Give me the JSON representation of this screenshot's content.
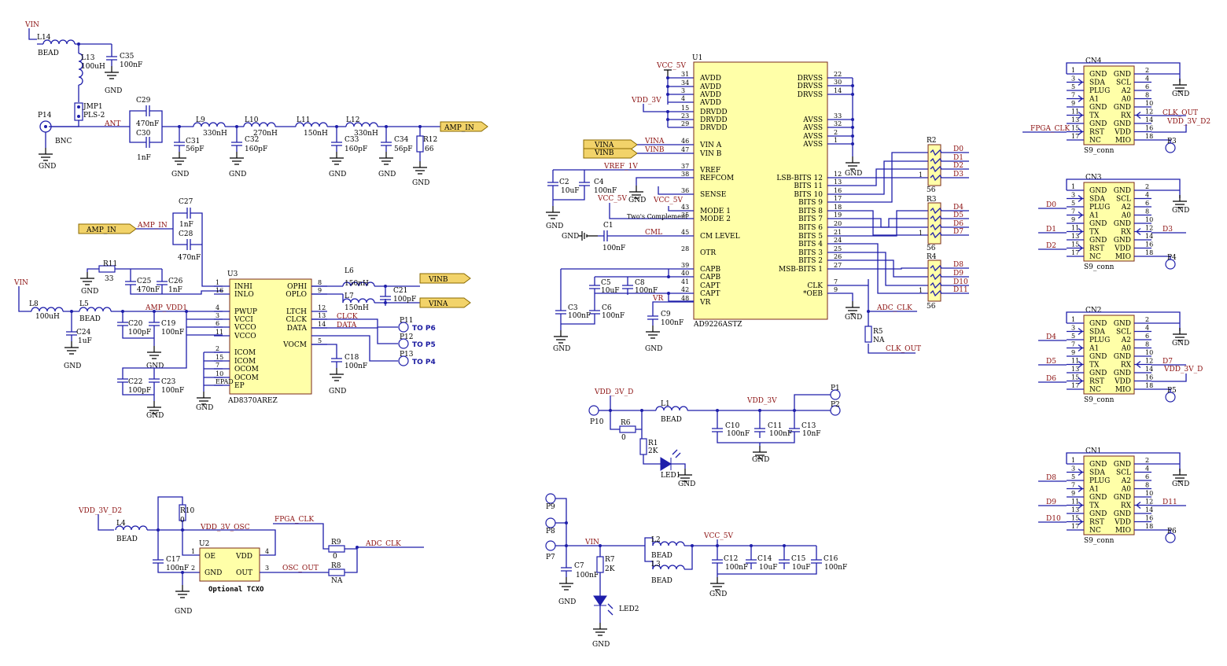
{
  "labels": {
    "vin_top": "VIN",
    "l14": "L14",
    "bead_l14": "BEAD",
    "l13": "L13",
    "l13_val": "100uH",
    "c35": "C35",
    "c35_val": "100nF",
    "gnd": "GND",
    "jmp1": "JMP1",
    "pls2": "PLS-2",
    "p14": "P14",
    "bnc": "BNC",
    "ant": "ANT",
    "c29": "C29",
    "c29_val": "470nF",
    "c30": "C30",
    "c30_val": "1nF",
    "c31": "C31",
    "c31_val": "56pF",
    "l9": "L9",
    "l9_val": "330nH",
    "c32": "C32",
    "c32_val": "160pF",
    "l10": "L10",
    "l10_val": "270nH",
    "l11": "L11",
    "l11_val": "150nH",
    "c33": "C33",
    "c33_val": "160pF",
    "l12": "L12",
    "l12_val": "330nH",
    "c34": "C34",
    "c34_val": "56pF",
    "r12": "R12",
    "r12_val": "66",
    "amp_in": "AMP_IN",
    "c27": "C27",
    "c27_val": "1nF",
    "c28": "C28",
    "c28_val": "470nF",
    "r11": "R11",
    "r11_val": "33",
    "c25": "C25",
    "c25_val": "470nF",
    "c26": "C26",
    "c26_val": "1nF",
    "vin_mid": "VIN",
    "l8": "L8",
    "l8_val": "100uH",
    "l5": "L5",
    "bead_l5": "BEAD",
    "amp_vdd1": "AMP_VDD1",
    "c24": "C24",
    "c24_val": "1uF",
    "c20": "C20",
    "c20_val": "100pF",
    "c19": "C19",
    "c19_val": "100nF",
    "c22": "C22",
    "c22_val": "100pF",
    "c23": "C23",
    "c23_val": "100nF",
    "u3": "U3",
    "u3_part": "AD8370AREZ",
    "u3_left": [
      "INHI",
      "INLO",
      "PWUP",
      "VCCI",
      "VCCO",
      "VCCO",
      "ICOM",
      "ICOM",
      "OCOM",
      "OCOM",
      "EP"
    ],
    "u3_left_pins": [
      "1",
      "16",
      "4",
      "3",
      "6",
      "11",
      "2",
      "15",
      "7",
      "10",
      "EPAD"
    ],
    "u3_right": [
      "OPHI",
      "OPLO",
      "LTCH",
      "CLCK",
      "DATA",
      "VOCM"
    ],
    "u3_right_pins": [
      "8",
      "9",
      "12",
      "13",
      "14",
      "5"
    ],
    "l6": "L6",
    "l6_val": "150nH",
    "l7": "L7",
    "l7_val": "150nH",
    "c21": "C21",
    "c21_val": "100pF",
    "vinb": "VINB",
    "vina": "VINA",
    "clck": "CLCK",
    "data": "DATA",
    "p11": "P11",
    "p12": "P12",
    "p13": "P13",
    "to_p6": "TO P6",
    "to_p5": "TO P5",
    "to_p4": "TO P4",
    "c18": "C18",
    "c18_val": "100nF",
    "vdd_3v_d2": "VDD_3V_D2",
    "l4": "L4",
    "bead_l4": "BEAD",
    "r10": "R10",
    "r10_val": "0",
    "vdd_3v_osc": "VDD_3V_OSC",
    "fpga_clk": "FPGA_CLK",
    "u2": "U2",
    "u2_oe": "OE",
    "u2_vdd": "VDD",
    "u2_gnd": "GND",
    "u2_out": "OUT",
    "osc_out": "OSC_OUT",
    "c17": "C17",
    "c17_val": "100nF",
    "r9": "R9",
    "r9_val": "0",
    "r8": "R8",
    "r8_val": "NA",
    "adc_clk": "ADC_CLK",
    "optional_tcxo": "Optional TCXO",
    "vcc_5v": "VCC_5V",
    "vdd_3v": "VDD_3V",
    "u1": "U1",
    "u1_part": "AD9226ASTZ",
    "u1_left": [
      "AVDD",
      "AVDD",
      "AVDD",
      "AVDD",
      "DRVDD",
      "DRVDD",
      "DRVDD",
      "VIN A",
      "VIN B",
      "VREF",
      "REFCOM",
      "SENSE",
      "MODE 1",
      "MODE 2",
      "CM LEVEL",
      "OTR",
      "CAPB",
      "CAPB",
      "CAPT",
      "CAPT",
      "VR"
    ],
    "u1_left_pins": [
      "31",
      "34",
      "3",
      "4",
      "15",
      "23",
      "29",
      "46",
      "47",
      "37",
      "38",
      "36",
      "43",
      "35",
      "45",
      "28",
      "39",
      "40",
      "41",
      "42",
      "48"
    ],
    "u1_right": [
      "DRVSS",
      "DRVSS",
      "DRVSS",
      "AVSS",
      "AVSS",
      "AVSS",
      "AVSS",
      "LSB-BITS 12",
      "BITS 11",
      "BITS 10",
      "BITS 9",
      "BITS 8",
      "BITS 7",
      "BITS 6",
      "BITS 5",
      "BITS 4",
      "BITS 3",
      "BITS 2",
      "MSB-BITS 1",
      "CLK",
      "*OEB"
    ],
    "u1_right_pins": [
      "22",
      "30",
      "14",
      "33",
      "32",
      "2",
      "1",
      "12",
      "13",
      "16",
      "17",
      "18",
      "19",
      "20",
      "21",
      "24",
      "25",
      "26",
      "27",
      "7",
      "9"
    ],
    "vref_1v": "VREF_1V",
    "twos_complement": "Two's Complement",
    "cml": "CML",
    "vr": "VR",
    "c2": "C2",
    "c2_val": "10uF",
    "c4": "C4",
    "c4_val": "100nF",
    "c1": "C1",
    "c1_val": "100nF",
    "c5": "C5",
    "c5_val": "10uF",
    "c8": "C8",
    "c8_val": "100nF",
    "c3": "C3",
    "c3_val": "100nF",
    "c6": "C6",
    "c6_val": "100nF",
    "c9": "C9",
    "c9_val": "100nF",
    "r2": "R2",
    "r3": "R3",
    "r4": "R4",
    "rn_val": "56",
    "d_nets": [
      "D0",
      "D1",
      "D2",
      "D3",
      "D4",
      "D5",
      "D6",
      "D7",
      "D8",
      "D9",
      "D10",
      "D11"
    ],
    "r5": "R5",
    "r5_val": "NA",
    "clk_out": "CLK_OUT",
    "vdd_3v_d": "VDD_3V_D",
    "p10": "P10",
    "r6": "R6",
    "r6_val": "0",
    "l1": "L1",
    "bead_l1": "BEAD",
    "r1": "R1",
    "r1_val": "2K",
    "led1": "LED1",
    "c10": "C10",
    "c10_val": "100nF",
    "c11": "C11",
    "c11_val": "100nF",
    "c13": "C13",
    "c13_val": "10nF",
    "p1": "P1",
    "p2": "P2",
    "p9": "P9",
    "p8": "P8",
    "p7": "P7",
    "vin_bot": "VIN",
    "c7": "C7",
    "c7_val": "100nF",
    "r7": "R7",
    "r7_val": "2K",
    "led2": "LED2",
    "l2": "L2",
    "bead_l2": "BEAD",
    "l3": "L3",
    "bead_l3": "BEAD",
    "c12": "C12",
    "c12_val": "100nF",
    "c14": "C14",
    "c14_val": "10uF",
    "c15": "C15",
    "c15_val": "10uF",
    "c16": "C16",
    "c16_val": "100nF",
    "conn_left": [
      "GND",
      "SDA",
      "PLUG",
      "A1",
      "GND",
      "TX",
      "GND",
      "RST",
      "NC"
    ],
    "conn_left_pins": [
      "1",
      "3",
      "5",
      "7",
      "9",
      "11",
      "13",
      "15",
      "17"
    ],
    "conn_right": [
      "GND",
      "SCL",
      "A2",
      "A0",
      "GND",
      "RX",
      "GND",
      "VDD",
      "MIO"
    ],
    "conn_right_pins": [
      "2",
      "4",
      "6",
      "8",
      "10",
      "12",
      "14",
      "16",
      "18"
    ],
    "cn4": "CN4",
    "cn3": "CN3",
    "cn2": "CN2",
    "cn1": "CN1",
    "s9_conn": "S9_conn",
    "clk_out_n": "CLK_OUT",
    "vdd_3v_d2_n": "VDD_3V_D2",
    "fpga_clk_n": "FPGA_CLK",
    "p3": "P3",
    "p4": "P4",
    "p5": "P5",
    "p6": "P6",
    "vdd_3v_d_n": "VDD_3V_D"
  }
}
